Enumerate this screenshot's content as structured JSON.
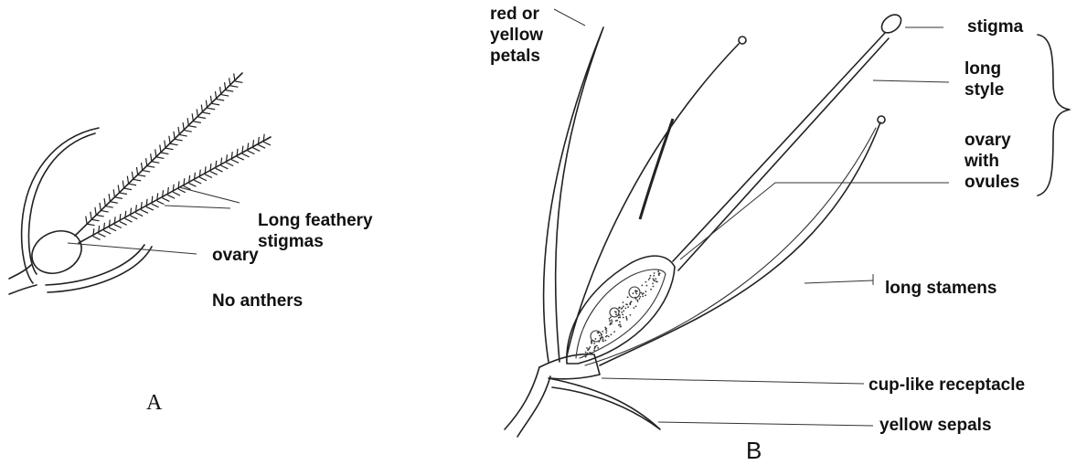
{
  "diagram_a": {
    "caption": "A",
    "labels": {
      "stigmas": "Long feathery\nstigmas",
      "ovary": "ovary",
      "anthers": "No anthers"
    }
  },
  "diagram_b": {
    "caption": "B",
    "labels": {
      "petals": "red or\nyellow\npetals",
      "stigma": "stigma",
      "style": "long\nstyle",
      "ovary": "ovary\nwith\novules",
      "stamens": "long stamens",
      "receptacle": "cup-like receptacle",
      "sepals": "yellow sepals"
    }
  }
}
